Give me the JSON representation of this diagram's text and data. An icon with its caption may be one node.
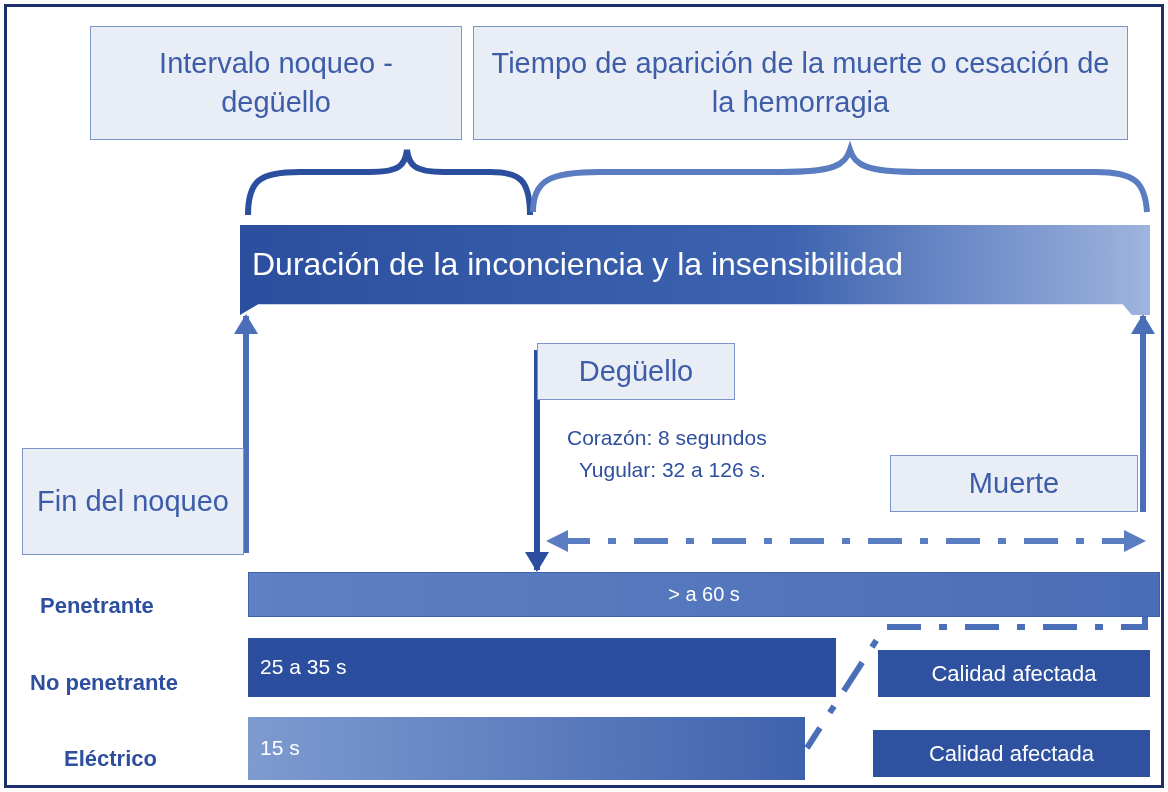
{
  "diagram": {
    "nodes": [
      {
        "text": [
          "Intervalo noqueo - degüello"
        ]
      },
      {
        "text": [
          "Tiempo de aparición de la muerte o cesación de la hemorragia"
        ]
      },
      {
        "text": [
          "Duración de la inconciencia y la insensibilidad"
        ]
      },
      {
        "text": [
          "Fin del noqueo"
        ]
      },
      {
        "text": [
          "Degüello"
        ],
        "beside": [
          "Corazón: 8 segundos",
          "Yugular: 32 a 126 s."
        ]
      },
      {
        "text": [
          "Muerte"
        ]
      },
      {
        "text": [
          "> a 60 s"
        ]
      },
      {
        "text": [
          "25 a 35 s"
        ]
      },
      {
        "text": [
          "15 s"
        ]
      },
      {
        "text": [
          "Calidad afectada"
        ]
      },
      {
        "text": [
          "Calidad afectada"
        ]
      }
    ],
    "edges": [
      {
        "from": 3,
        "to": 2,
        "arrow": "to"
      },
      {
        "from": 4,
        "to": 6,
        "arrow": "to",
        "color": "#2b4f9e"
      },
      {
        "from": 5,
        "to": 2,
        "arrow": "to"
      },
      {
        "from": 6,
        "to": 8,
        "arrow": "none",
        "style": "dashed"
      }
    ],
    "labels": [
      "Penetrante",
      "No penetrante",
      "Eléctrico"
    ]
  }
}
